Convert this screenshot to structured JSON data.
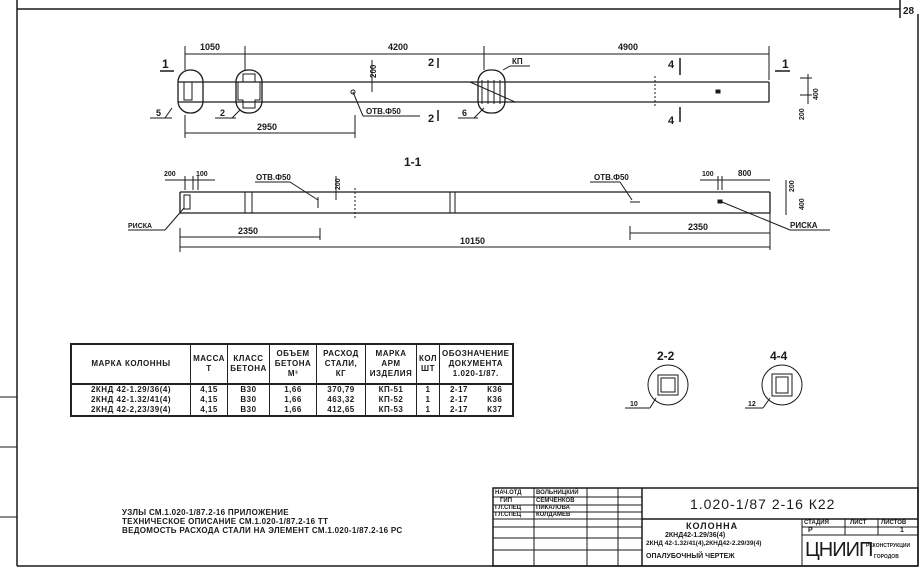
{
  "page_number": "28",
  "plan_view": {
    "dimensions": [
      "1050",
      "4200",
      "4900",
      "2950",
      "200",
      "400",
      "200"
    ],
    "hole_label": "ОТВ.Ф50",
    "callouts": [
      "5",
      "2",
      "6",
      "КП"
    ],
    "section_marks": {
      "s1": "1",
      "s2": "2",
      "s4": "4"
    }
  },
  "section_1_1": {
    "title": "1-1",
    "dimensions": {
      "top_left_a": "200",
      "top_left_b": "100",
      "top_right_a": "100",
      "top_right_b": "800",
      "height_a": "200",
      "height_b": "400",
      "left_2350": "2350",
      "right_2350": "2350",
      "total": "10150",
      "mid_200": "200"
    },
    "hole_labels": [
      "ОТВ.Ф50",
      "ОТВ.Ф50"
    ],
    "mark_labels": [
      "РИСКА",
      "РИСКА"
    ]
  },
  "spec_table": {
    "headers": [
      "МАРКА КОЛОННЫ",
      "МАССА Т",
      "КЛАСС БЕТОНА",
      "ОБЪЕМ БЕТОНА М³",
      "РАСХОД СТАЛИ, КГ",
      "МАРКА АРМ ИЗДЕЛИЯ",
      "КОЛ ШТ",
      "ОБОЗНАЧЕНИЕ ДОКУМЕНТА 1.020-1/87."
    ],
    "rows": [
      [
        "2КНД 42-1.29/36(4)",
        "4,15",
        "В30",
        "1,66",
        "370,79",
        "КП-51",
        "1",
        "2-17",
        "К36"
      ],
      [
        "2КНД 42-1.32/41(4)",
        "4,15",
        "В30",
        "1,66",
        "463,32",
        "КП-52",
        "1",
        "2-17",
        "К36"
      ],
      [
        "2КНД 42-2,23/39(4)",
        "4,15",
        "В30",
        "1,66",
        "412,65",
        "КП-53",
        "1",
        "2-17",
        "К37"
      ]
    ]
  },
  "sections": [
    {
      "title": "2-2",
      "callout": "10"
    },
    {
      "title": "4-4",
      "callout": "12"
    }
  ],
  "notes": [
    "УЗЛЫ СМ.1.020-1/87.2-16 ПРИЛОЖЕНИЕ",
    "ТЕХНИЧЕСКОЕ ОПИСАНИЕ СМ.1.020-1/87.2-16 ТТ",
    "ВЕДОМОСТЬ РАСХОДА СТАЛИ НА ЭЛЕМЕНТ СМ.1.020-1/87.2-16 РС"
  ],
  "title_block": {
    "signatures": [
      {
        "role": "НАЧ.ОТД",
        "name": "ВОЛЬНИЦКИЙ"
      },
      {
        "role": "ГИП",
        "name": "СЕМЧЕНКОВ"
      },
      {
        "role": "ГЛ.СПЕЦ",
        "name": "ПИКАЛОВА"
      },
      {
        "role": "ГЛ.СПЕЦ",
        "name": "КОЛДАМЕВ"
      }
    ],
    "code": "1.020-1/87 2-16   К22",
    "name_line1": "КОЛОННА",
    "name_line2": "2КНД42-1.29/36(4)",
    "name_line3": "2КНД 42-1.32/41(4),2КНД42-2.29/39(4)",
    "name_line4": "ОПАЛУБОЧНЫЙ ЧЕРТЕЖ",
    "stage_header": "СТАДИЯ",
    "sheet_header": "ЛИСТ",
    "sheets_header": "ЛИСТОВ",
    "stage": "Р",
    "sheets": "1",
    "org": "ЦНИИП",
    "org_sub1": "РЕКОНСТРУКЦИИ",
    "org_sub2": "ГОРОДОВ"
  }
}
